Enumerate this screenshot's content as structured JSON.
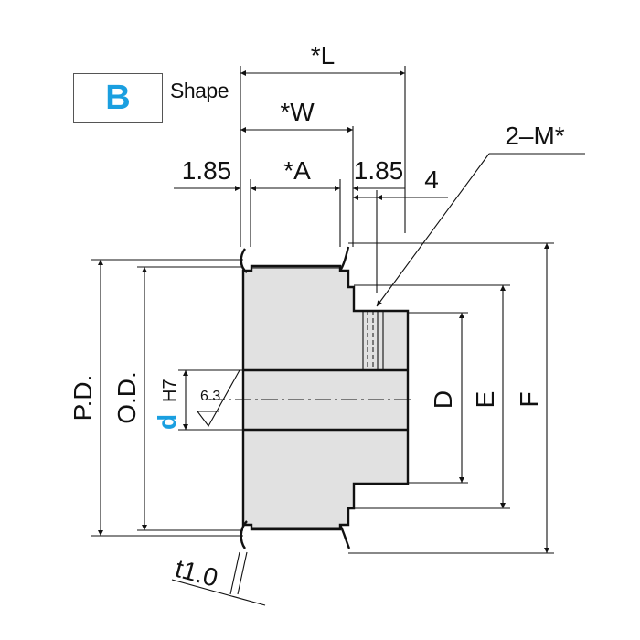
{
  "shape": {
    "letter": "B",
    "label": "Shape"
  },
  "dimensions": {
    "L": "*L",
    "W": "*W",
    "A": "*A",
    "flange_left": "1.85",
    "flange_right": "1.85",
    "hub_offset": "4",
    "tap": "2–M*",
    "pd": "P.D.",
    "od": "O.D.",
    "bore": "d",
    "bore_tol": "H7",
    "roughness": "6.3",
    "D": "D",
    "E": "E",
    "F": "F",
    "thickness": "t1.0"
  },
  "colors": {
    "accent": "#1a9fe0",
    "body_fill": "#e1e1e1",
    "line": "#111111"
  }
}
